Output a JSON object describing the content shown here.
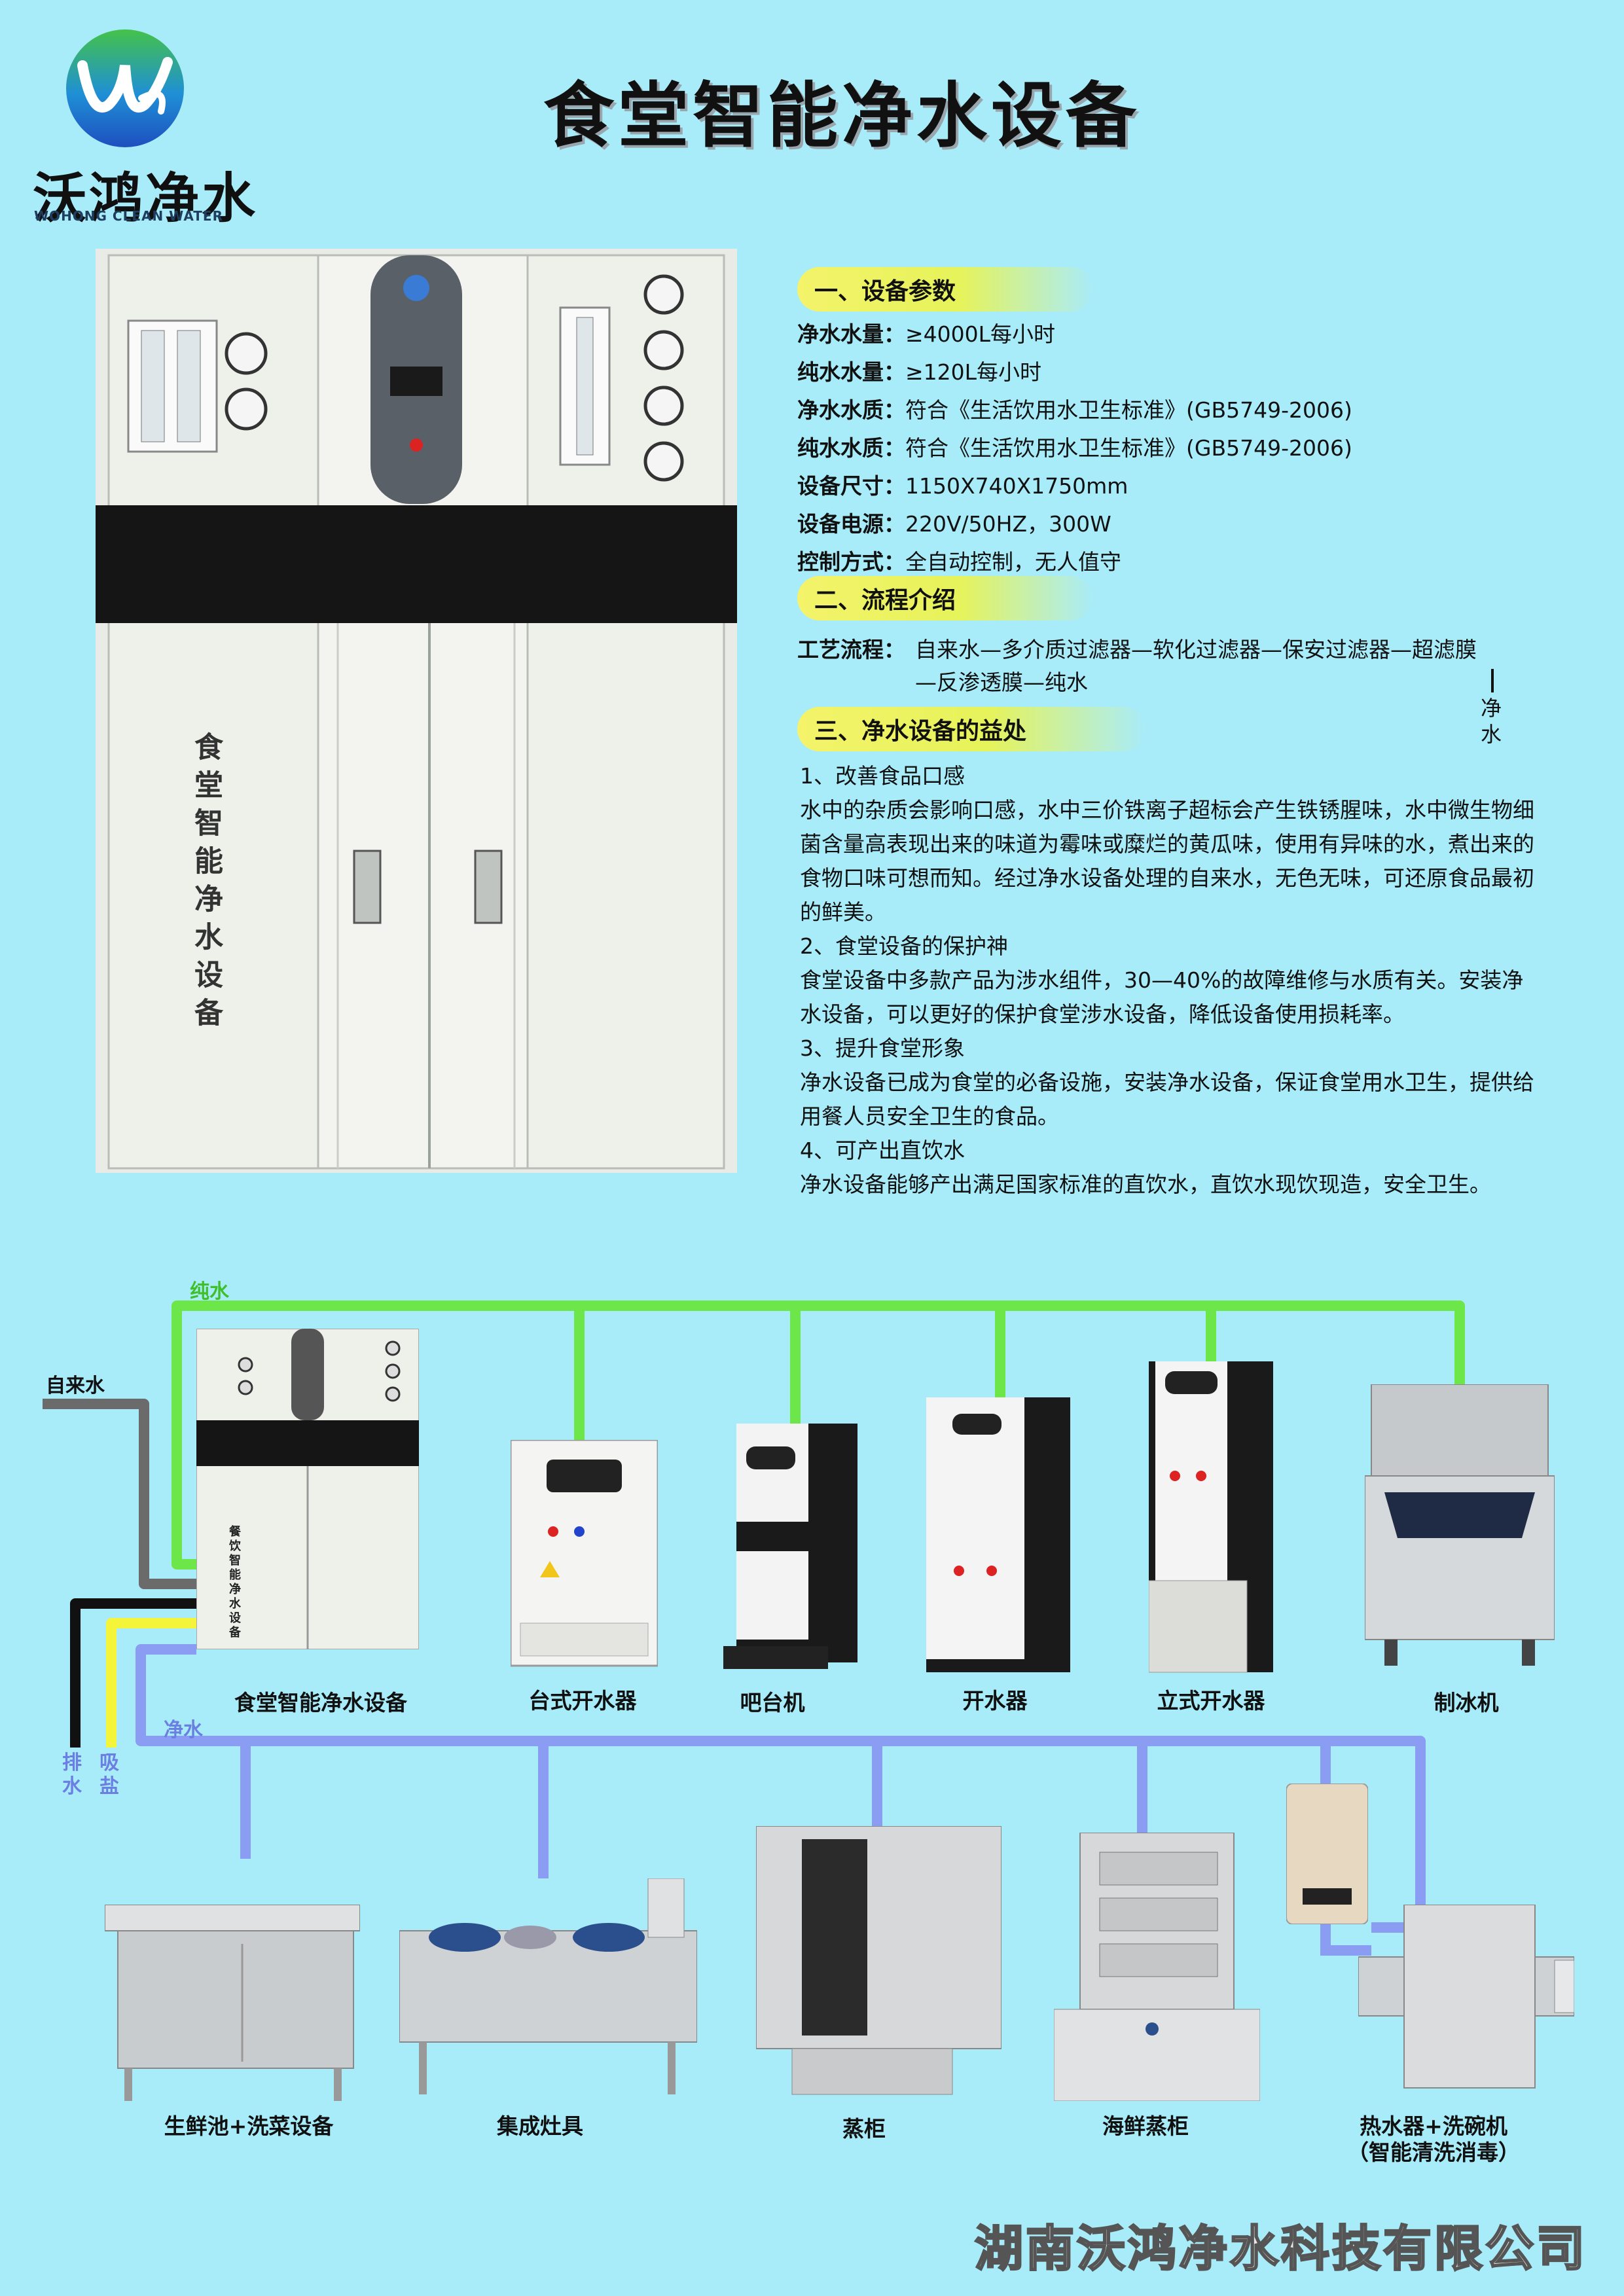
{
  "logo": {
    "name": "沃鸿净水",
    "sub": "WOHONG CLEAN WATER"
  },
  "title": "食堂智能净水设备",
  "colors": {
    "background": "#a9ecf9",
    "pure_pipe": "#6de64a",
    "clean_pipe": "#8b9df2",
    "tap_pipe": "#6b6b6b",
    "drain_pipe": "#111111",
    "salt_pipe": "#f4f43a"
  },
  "section1": {
    "heading": "一、设备参数",
    "params": [
      {
        "k": "净水水量：",
        "v": "≥4000L每小时"
      },
      {
        "k": "纯水水量：",
        "v": "≥120L每小时"
      },
      {
        "k": "净水水质：",
        "v": "符合《生活饮用水卫生标准》(GB5749-2006)"
      },
      {
        "k": "纯水水质：",
        "v": "符合《生活饮用水卫生标准》(GB5749-2006)"
      },
      {
        "k": "设备尺寸：",
        "v": "1150X740X1750mm"
      },
      {
        "k": "设备电源：",
        "v": "220V/50HZ，300W"
      },
      {
        "k": "控制方式：",
        "v": "全自动控制，无人值守"
      }
    ]
  },
  "section2": {
    "heading": "二、流程介绍",
    "process_key": "工艺流程：",
    "process_line1": "自来水—多介质过滤器—软化过滤器—保安过滤器—超滤膜",
    "process_line2": "—反渗透膜—纯水",
    "process_side": "净水"
  },
  "section3": {
    "heading": "三、净水设备的益处",
    "items": [
      {
        "title": "1、改善食品口感",
        "text": "水中的杂质会影响口感，水中三价铁离子超标会产生铁锈腥味，水中微生物细菌含量高表现出来的味道为霉味或糜烂的黄瓜味，使用有异味的水，煮出来的食物口味可想而知。经过净水设备处理的自来水，无色无味，可还原食品最初的鲜美。"
      },
      {
        "title": "2、食堂设备的保护神",
        "text": "食堂设备中多款产品为涉水组件，30—40%的故障维修与水质有关。安装净水设备，可以更好的保护食堂涉水设备，降低设备使用损耗率。"
      },
      {
        "title": "3、提升食堂形象",
        "text": "净水设备已成为食堂的必备设施，安装净水设备，保证食堂用水卫生，提供给用餐人员安全卫生的食品。"
      },
      {
        "title": "4、可产出直饮水",
        "text": "净水设备能够产出满足国家标准的直饮水，直饮水现饮现造，安全卫生。"
      }
    ]
  },
  "machine": {
    "vertical_label": "食堂智能净水设备",
    "small_label": "餐饮智能净水设备"
  },
  "diagram": {
    "pure_water": "纯水",
    "tap_water": "自来水",
    "clean_water": "净水",
    "drain": "排水",
    "salt": "吸盐",
    "top_row": [
      "食堂智能净水设备",
      "台式开水器",
      "吧台机",
      "开水器",
      "立式开水器",
      "制冰机"
    ],
    "bottom_row": [
      "生鲜池+洗菜设备",
      "集成灶具",
      "蒸柜",
      "海鲜蒸柜",
      "热水器+洗碗机"
    ],
    "bottom_note": "（智能清洗消毒）"
  },
  "company": "湖南沃鸿净水科技有限公司"
}
